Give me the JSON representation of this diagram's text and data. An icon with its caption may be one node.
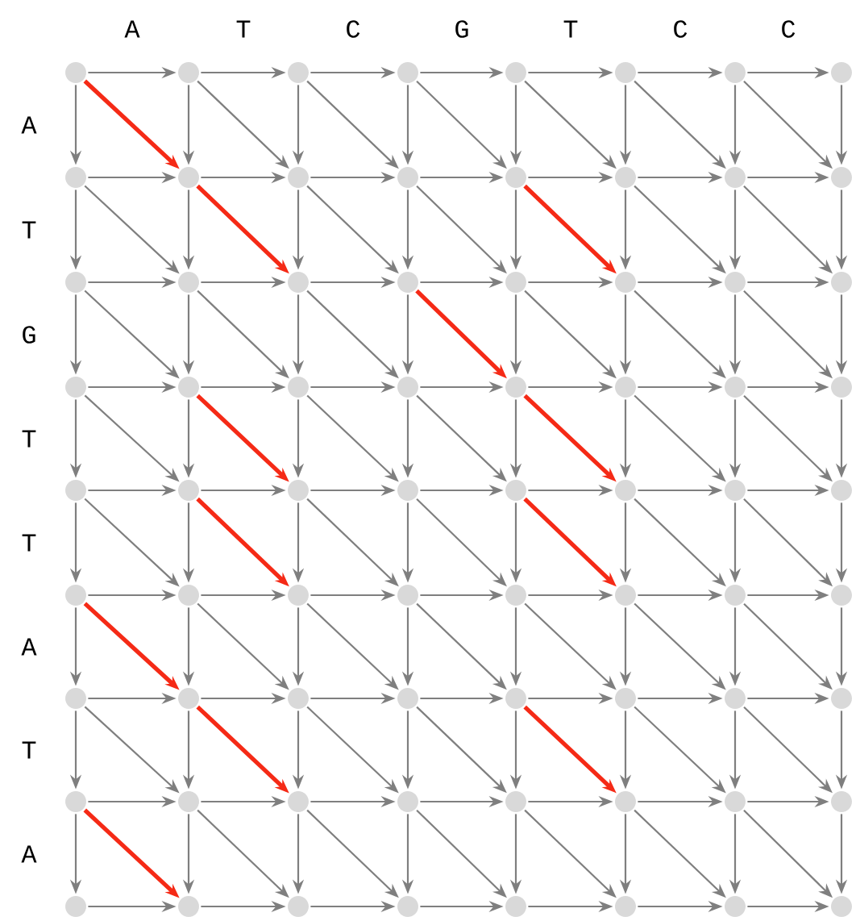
{
  "diagram": {
    "nodes": [
      {
        "text": [],
        "shape": "circle"
      },
      {
        "text": [],
        "shape": "circle"
      },
      {
        "text": [],
        "shape": "circle"
      },
      {
        "text": [],
        "shape": "circle"
      },
      {
        "text": [],
        "shape": "circle"
      },
      {
        "text": [],
        "shape": "circle"
      },
      {
        "text": [],
        "shape": "circle"
      },
      {
        "text": [],
        "shape": "circle"
      },
      {
        "text": [],
        "shape": "circle"
      },
      {
        "text": [],
        "shape": "circle"
      },
      {
        "text": [],
        "shape": "circle"
      },
      {
        "text": [],
        "shape": "circle"
      },
      {
        "text": [],
        "shape": "circle"
      },
      {
        "text": [],
        "shape": "circle"
      },
      {
        "text": [],
        "shape": "circle"
      },
      {
        "text": [],
        "shape": "circle"
      },
      {
        "text": [],
        "shape": "circle"
      },
      {
        "text": [],
        "shape": "circle"
      },
      {
        "text": [],
        "shape": "circle"
      },
      {
        "text": [],
        "shape": "circle"
      },
      {
        "text": [],
        "shape": "circle"
      },
      {
        "text": [],
        "shape": "circle"
      },
      {
        "text": [],
        "shape": "circle"
      },
      {
        "text": [],
        "shape": "circle"
      },
      {
        "text": [],
        "shape": "circle"
      },
      {
        "text": [],
        "shape": "circle"
      },
      {
        "text": [],
        "shape": "circle"
      },
      {
        "text": [],
        "shape": "circle"
      },
      {
        "text": [],
        "shape": "circle"
      },
      {
        "text": [],
        "shape": "circle"
      },
      {
        "text": [],
        "shape": "circle"
      },
      {
        "text": [],
        "shape": "circle"
      },
      {
        "text": [],
        "shape": "circle"
      },
      {
        "text": [],
        "shape": "circle"
      },
      {
        "text": [],
        "shape": "circle"
      },
      {
        "text": [],
        "shape": "circle"
      },
      {
        "text": [],
        "shape": "circle"
      },
      {
        "text": [],
        "shape": "circle"
      },
      {
        "text": [],
        "shape": "circle"
      },
      {
        "text": [],
        "shape": "circle"
      },
      {
        "text": [],
        "shape": "circle"
      },
      {
        "text": [],
        "shape": "circle"
      },
      {
        "text": [],
        "shape": "circle"
      },
      {
        "text": [],
        "shape": "circle"
      },
      {
        "text": [],
        "shape": "circle"
      },
      {
        "text": [],
        "shape": "circle"
      },
      {
        "text": [],
        "shape": "circle"
      },
      {
        "text": [],
        "shape": "circle"
      },
      {
        "text": [],
        "shape": "circle"
      },
      {
        "text": [],
        "shape": "circle"
      },
      {
        "text": [],
        "shape": "circle"
      },
      {
        "text": [],
        "shape": "circle"
      },
      {
        "text": [],
        "shape": "circle"
      },
      {
        "text": [],
        "shape": "circle"
      },
      {
        "text": [],
        "shape": "circle"
      },
      {
        "text": [],
        "shape": "circle"
      },
      {
        "text": [],
        "shape": "circle"
      },
      {
        "text": [],
        "shape": "circle"
      },
      {
        "text": [],
        "shape": "circle"
      },
      {
        "text": [],
        "shape": "circle"
      },
      {
        "text": [],
        "shape": "circle"
      },
      {
        "text": [],
        "shape": "circle"
      },
      {
        "text": [],
        "shape": "circle"
      },
      {
        "text": [],
        "shape": "circle"
      },
      {
        "text": [],
        "shape": "circle"
      },
      {
        "text": [],
        "shape": "circle"
      },
      {
        "text": [],
        "shape": "circle"
      },
      {
        "text": [],
        "shape": "circle"
      },
      {
        "text": [],
        "shape": "circle"
      },
      {
        "text": [],
        "shape": "circle"
      },
      {
        "text": [],
        "shape": "circle"
      },
      {
        "text": [],
        "shape": "circle"
      }
    ],
    "edges": [
      {
        "from": 0,
        "to": 1,
        "arrow": "to"
      },
      {
        "from": 0,
        "to": 8,
        "arrow": "to"
      },
      {
        "from": 0,
        "to": 9,
        "arrow": "to",
        "style": "thick",
        "color": "#f52a16"
      },
      {
        "from": 1,
        "to": 2,
        "arrow": "to"
      },
      {
        "from": 1,
        "to": 9,
        "arrow": "to"
      },
      {
        "from": 1,
        "to": 10,
        "arrow": "to"
      },
      {
        "from": 2,
        "to": 3,
        "arrow": "to"
      },
      {
        "from": 2,
        "to": 10,
        "arrow": "to"
      },
      {
        "from": 2,
        "to": 11,
        "arrow": "to"
      },
      {
        "from": 3,
        "to": 4,
        "arrow": "to"
      },
      {
        "from": 3,
        "to": 11,
        "arrow": "to"
      },
      {
        "from": 3,
        "to": 12,
        "arrow": "to"
      },
      {
        "from": 4,
        "to": 5,
        "arrow": "to"
      },
      {
        "from": 4,
        "to": 12,
        "arrow": "to"
      },
      {
        "from": 4,
        "to": 13,
        "arrow": "to"
      },
      {
        "from": 5,
        "to": 6,
        "arrow": "to"
      },
      {
        "from": 5,
        "to": 13,
        "arrow": "to"
      },
      {
        "from": 5,
        "to": 14,
        "arrow": "to"
      },
      {
        "from": 6,
        "to": 7,
        "arrow": "to"
      },
      {
        "from": 6,
        "to": 14,
        "arrow": "to"
      },
      {
        "from": 6,
        "to": 15,
        "arrow": "to"
      },
      {
        "from": 7,
        "to": 15,
        "arrow": "to"
      },
      {
        "from": 8,
        "to": 9,
        "arrow": "to"
      },
      {
        "from": 8,
        "to": 16,
        "arrow": "to"
      },
      {
        "from": 8,
        "to": 17,
        "arrow": "to"
      },
      {
        "from": 9,
        "to": 10,
        "arrow": "to"
      },
      {
        "from": 9,
        "to": 17,
        "arrow": "to"
      },
      {
        "from": 9,
        "to": 18,
        "arrow": "to",
        "style": "thick",
        "color": "#f52a16"
      },
      {
        "from": 10,
        "to": 11,
        "arrow": "to"
      },
      {
        "from": 10,
        "to": 18,
        "arrow": "to"
      },
      {
        "from": 10,
        "to": 19,
        "arrow": "to"
      },
      {
        "from": 11,
        "to": 12,
        "arrow": "to"
      },
      {
        "from": 11,
        "to": 19,
        "arrow": "to"
      },
      {
        "from": 11,
        "to": 20,
        "arrow": "to"
      },
      {
        "from": 12,
        "to": 13,
        "arrow": "to"
      },
      {
        "from": 12,
        "to": 20,
        "arrow": "to"
      },
      {
        "from": 12,
        "to": 21,
        "arrow": "to",
        "style": "thick",
        "color": "#f52a16"
      },
      {
        "from": 13,
        "to": 14,
        "arrow": "to"
      },
      {
        "from": 13,
        "to": 21,
        "arrow": "to"
      },
      {
        "from": 13,
        "to": 22,
        "arrow": "to"
      },
      {
        "from": 14,
        "to": 15,
        "arrow": "to"
      },
      {
        "from": 14,
        "to": 22,
        "arrow": "to"
      },
      {
        "from": 14,
        "to": 23,
        "arrow": "to"
      },
      {
        "from": 15,
        "to": 23,
        "arrow": "to"
      },
      {
        "from": 16,
        "to": 17,
        "arrow": "to"
      },
      {
        "from": 16,
        "to": 24,
        "arrow": "to"
      },
      {
        "from": 16,
        "to": 25,
        "arrow": "to"
      },
      {
        "from": 17,
        "to": 18,
        "arrow": "to"
      },
      {
        "from": 17,
        "to": 25,
        "arrow": "to"
      },
      {
        "from": 17,
        "to": 26,
        "arrow": "to"
      },
      {
        "from": 18,
        "to": 19,
        "arrow": "to"
      },
      {
        "from": 18,
        "to": 26,
        "arrow": "to"
      },
      {
        "from": 18,
        "to": 27,
        "arrow": "to"
      },
      {
        "from": 19,
        "to": 20,
        "arrow": "to"
      },
      {
        "from": 19,
        "to": 27,
        "arrow": "to"
      },
      {
        "from": 19,
        "to": 28,
        "arrow": "to",
        "style": "thick",
        "color": "#f52a16"
      },
      {
        "from": 20,
        "to": 21,
        "arrow": "to"
      },
      {
        "from": 20,
        "to": 28,
        "arrow": "to"
      },
      {
        "from": 20,
        "to": 29,
        "arrow": "to"
      },
      {
        "from": 21,
        "to": 22,
        "arrow": "to"
      },
      {
        "from": 21,
        "to": 29,
        "arrow": "to"
      },
      {
        "from": 21,
        "to": 30,
        "arrow": "to"
      },
      {
        "from": 22,
        "to": 23,
        "arrow": "to"
      },
      {
        "from": 22,
        "to": 30,
        "arrow": "to"
      },
      {
        "from": 22,
        "to": 31,
        "arrow": "to"
      },
      {
        "from": 23,
        "to": 31,
        "arrow": "to"
      },
      {
        "from": 24,
        "to": 25,
        "arrow": "to"
      },
      {
        "from": 24,
        "to": 32,
        "arrow": "to"
      },
      {
        "from": 24,
        "to": 33,
        "arrow": "to"
      },
      {
        "from": 25,
        "to": 26,
        "arrow": "to"
      },
      {
        "from": 25,
        "to": 33,
        "arrow": "to"
      },
      {
        "from": 25,
        "to": 34,
        "arrow": "to",
        "style": "thick",
        "color": "#f52a16"
      },
      {
        "from": 26,
        "to": 27,
        "arrow": "to"
      },
      {
        "from": 26,
        "to": 34,
        "arrow": "to"
      },
      {
        "from": 26,
        "to": 35,
        "arrow": "to"
      },
      {
        "from": 27,
        "to": 28,
        "arrow": "to"
      },
      {
        "from": 27,
        "to": 35,
        "arrow": "to"
      },
      {
        "from": 27,
        "to": 36,
        "arrow": "to"
      },
      {
        "from": 28,
        "to": 29,
        "arrow": "to"
      },
      {
        "from": 28,
        "to": 36,
        "arrow": "to"
      },
      {
        "from": 28,
        "to": 37,
        "arrow": "to",
        "style": "thick",
        "color": "#f52a16"
      },
      {
        "from": 29,
        "to": 30,
        "arrow": "to"
      },
      {
        "from": 29,
        "to": 37,
        "arrow": "to"
      },
      {
        "from": 29,
        "to": 38,
        "arrow": "to"
      },
      {
        "from": 30,
        "to": 31,
        "arrow": "to"
      },
      {
        "from": 30,
        "to": 38,
        "arrow": "to"
      },
      {
        "from": 30,
        "to": 39,
        "arrow": "to"
      },
      {
        "from": 31,
        "to": 39,
        "arrow": "to"
      },
      {
        "from": 32,
        "to": 33,
        "arrow": "to"
      },
      {
        "from": 32,
        "to": 40,
        "arrow": "to"
      },
      {
        "from": 32,
        "to": 41,
        "arrow": "to"
      },
      {
        "from": 33,
        "to": 34,
        "arrow": "to"
      },
      {
        "from": 33,
        "to": 41,
        "arrow": "to"
      },
      {
        "from": 33,
        "to": 42,
        "arrow": "to",
        "style": "thick",
        "color": "#f52a16"
      },
      {
        "from": 34,
        "to": 35,
        "arrow": "to"
      },
      {
        "from": 34,
        "to": 42,
        "arrow": "to"
      },
      {
        "from": 34,
        "to": 43,
        "arrow": "to"
      },
      {
        "from": 35,
        "to": 36,
        "arrow": "to"
      },
      {
        "from": 35,
        "to": 43,
        "arrow": "to"
      },
      {
        "from": 35,
        "to": 44,
        "arrow": "to"
      },
      {
        "from": 36,
        "to": 37,
        "arrow": "to"
      },
      {
        "from": 36,
        "to": 44,
        "arrow": "to"
      },
      {
        "from": 36,
        "to": 45,
        "arrow": "to",
        "style": "thick",
        "color": "#f52a16"
      },
      {
        "from": 37,
        "to": 38,
        "arrow": "to"
      },
      {
        "from": 37,
        "to": 45,
        "arrow": "to"
      },
      {
        "from": 37,
        "to": 46,
        "arrow": "to"
      },
      {
        "from": 38,
        "to": 39,
        "arrow": "to"
      },
      {
        "from": 38,
        "to": 46,
        "arrow": "to"
      },
      {
        "from": 38,
        "to": 47,
        "arrow": "to"
      },
      {
        "from": 39,
        "to": 47,
        "arrow": "to"
      },
      {
        "from": 40,
        "to": 41,
        "arrow": "to"
      },
      {
        "from": 40,
        "to": 48,
        "arrow": "to"
      },
      {
        "from": 40,
        "to": 49,
        "arrow": "to",
        "style": "thick",
        "color": "#f52a16"
      },
      {
        "from": 41,
        "to": 42,
        "arrow": "to"
      },
      {
        "from": 41,
        "to": 49,
        "arrow": "to"
      },
      {
        "from": 41,
        "to": 50,
        "arrow": "to"
      },
      {
        "from": 42,
        "to": 43,
        "arrow": "to"
      },
      {
        "from": 42,
        "to": 50,
        "arrow": "to"
      },
      {
        "from": 42,
        "to": 51,
        "arrow": "to"
      },
      {
        "from": 43,
        "to": 44,
        "arrow": "to"
      },
      {
        "from": 43,
        "to": 51,
        "arrow": "to"
      },
      {
        "from": 43,
        "to": 52,
        "arrow": "to"
      },
      {
        "from": 44,
        "to": 45,
        "arrow": "to"
      },
      {
        "from": 44,
        "to": 52,
        "arrow": "to"
      },
      {
        "from": 44,
        "to": 53,
        "arrow": "to"
      },
      {
        "from": 45,
        "to": 46,
        "arrow": "to"
      },
      {
        "from": 45,
        "to": 53,
        "arrow": "to"
      },
      {
        "from": 45,
        "to": 54,
        "arrow": "to"
      },
      {
        "from": 46,
        "to": 47,
        "arrow": "to"
      },
      {
        "from": 46,
        "to": 54,
        "arrow": "to"
      },
      {
        "from": 46,
        "to": 55,
        "arrow": "to"
      },
      {
        "from": 47,
        "to": 55,
        "arrow": "to"
      },
      {
        "from": 48,
        "to": 49,
        "arrow": "to"
      },
      {
        "from": 48,
        "to": 56,
        "arrow": "to"
      },
      {
        "from": 48,
        "to": 57,
        "arrow": "to"
      },
      {
        "from": 49,
        "to": 50,
        "arrow": "to"
      },
      {
        "from": 49,
        "to": 57,
        "arrow": "to"
      },
      {
        "from": 49,
        "to": 58,
        "arrow": "to",
        "style": "thick",
        "color": "#f52a16"
      },
      {
        "from": 50,
        "to": 51,
        "arrow": "to"
      },
      {
        "from": 50,
        "to": 58,
        "arrow": "to"
      },
      {
        "from": 50,
        "to": 59,
        "arrow": "to"
      },
      {
        "from": 51,
        "to": 52,
        "arrow": "to"
      },
      {
        "from": 51,
        "to": 59,
        "arrow": "to"
      },
      {
        "from": 51,
        "to": 60,
        "arrow": "to"
      },
      {
        "from": 52,
        "to": 53,
        "arrow": "to"
      },
      {
        "from": 52,
        "to": 60,
        "arrow": "to"
      },
      {
        "from": 52,
        "to": 61,
        "arrow": "to",
        "style": "thick",
        "color": "#f52a16"
      },
      {
        "from": 53,
        "to": 54,
        "arrow": "to"
      },
      {
        "from": 53,
        "to": 61,
        "arrow": "to"
      },
      {
        "from": 53,
        "to": 62,
        "arrow": "to"
      },
      {
        "from": 54,
        "to": 55,
        "arrow": "to"
      },
      {
        "from": 54,
        "to": 62,
        "arrow": "to"
      },
      {
        "from": 54,
        "to": 63,
        "arrow": "to"
      },
      {
        "from": 55,
        "to": 63,
        "arrow": "to"
      },
      {
        "from": 56,
        "to": 57,
        "arrow": "to"
      },
      {
        "from": 56,
        "to": 64,
        "arrow": "to"
      },
      {
        "from": 56,
        "to": 65,
        "arrow": "to",
        "style": "thick",
        "color": "#f52a16"
      },
      {
        "from": 57,
        "to": 58,
        "arrow": "to"
      },
      {
        "from": 57,
        "to": 65,
        "arrow": "to"
      },
      {
        "from": 57,
        "to": 66,
        "arrow": "to"
      },
      {
        "from": 58,
        "to": 59,
        "arrow": "to"
      },
      {
        "from": 58,
        "to": 66,
        "arrow": "to"
      },
      {
        "from": 58,
        "to": 67,
        "arrow": "to"
      },
      {
        "from": 59,
        "to": 60,
        "arrow": "to"
      },
      {
        "from": 59,
        "to": 67,
        "arrow": "to"
      },
      {
        "from": 59,
        "to": 68,
        "arrow": "to"
      },
      {
        "from": 60,
        "to": 61,
        "arrow": "to"
      },
      {
        "from": 60,
        "to": 68,
        "arrow": "to"
      },
      {
        "from": 60,
        "to": 69,
        "arrow": "to"
      },
      {
        "from": 61,
        "to": 62,
        "arrow": "to"
      },
      {
        "from": 61,
        "to": 69,
        "arrow": "to"
      },
      {
        "from": 61,
        "to": 70,
        "arrow": "to"
      },
      {
        "from": 62,
        "to": 63,
        "arrow": "to"
      },
      {
        "from": 62,
        "to": 70,
        "arrow": "to"
      },
      {
        "from": 62,
        "to": 71,
        "arrow": "to"
      },
      {
        "from": 63,
        "to": 71,
        "arrow": "to"
      },
      {
        "from": 64,
        "to": 65,
        "arrow": "to"
      },
      {
        "from": 65,
        "to": 66,
        "arrow": "to"
      },
      {
        "from": 66,
        "to": 67,
        "arrow": "to"
      },
      {
        "from": 67,
        "to": 68,
        "arrow": "to"
      },
      {
        "from": 68,
        "to": 69,
        "arrow": "to"
      },
      {
        "from": 69,
        "to": 70,
        "arrow": "to"
      },
      {
        "from": 70,
        "to": 71,
        "arrow": "to"
      }
    ],
    "labels": [
      "A",
      "T",
      "C",
      "G",
      "T",
      "C",
      "C",
      "A",
      "T",
      "G",
      "T",
      "T",
      "A",
      "T",
      "A"
    ]
  }
}
